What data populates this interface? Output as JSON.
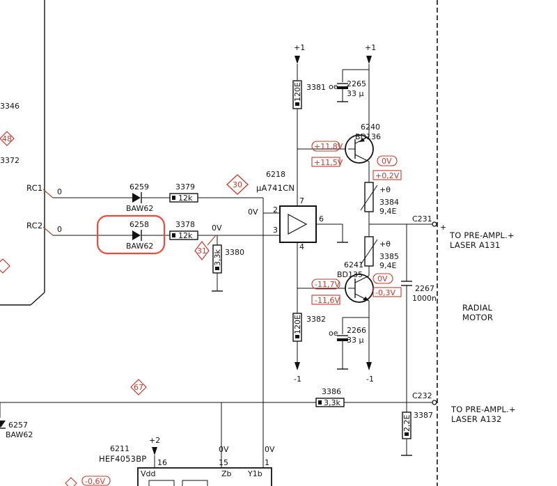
{
  "colors": {
    "ink": "#111111",
    "annotation": "#c0392b",
    "highlight": "#e74c3c",
    "paper": "#ffffff"
  },
  "left": {
    "ref_3346": "3346",
    "ref_3372": "3372",
    "marker_48": "48",
    "rc1": "RC1",
    "rc2": "RC2",
    "rc1_level": "0",
    "rc2_level": "0"
  },
  "diodes": {
    "d6259_ref": "6259",
    "d6259_type": "BAW62",
    "d6258_ref": "6258",
    "d6258_type": "BAW62",
    "d6257_ref": "6257",
    "d6257_type": "BAW62"
  },
  "resistors": {
    "r3379_ref": "3379",
    "r3379_val": "12k",
    "r3378_ref": "3378",
    "r3378_val": "12k",
    "r3380_ref": "3380",
    "r3380_val": "3,3k",
    "r3381_ref": "3381",
    "r3381_val": "120E",
    "r3382_ref": "3382",
    "r3382_val": "120E",
    "r3384_ref": "3384",
    "r3384_val": "9,4E",
    "r3384_mark": "+θ",
    "r3385_ref": "3385",
    "r3385_val": "9,4E",
    "r3385_mark": "+θ",
    "r3386_ref": "3386",
    "r3386_val": "3,3k",
    "r3387_ref": "3387",
    "r3387_val": "2,2E"
  },
  "opamp": {
    "ref": "6218",
    "type": "µA741CN",
    "pin2": "2",
    "pin3": "3",
    "pin4": "4",
    "pin6": "6",
    "pin7": "7"
  },
  "markers": {
    "m30": "30",
    "m31": "31",
    "m67": "67"
  },
  "levels": {
    "in_minus": "0V",
    "in_plus": "0V",
    "q6240_base": "+11,8V",
    "q6240_emitter": "+11,5V",
    "q6240_out": "0V",
    "q6240_out2": "+0,2V",
    "q6241_base": "-11,7V",
    "q6241_emitter": "-11,6V",
    "q6241_out": "0V",
    "q6241_out2": "-0,3V",
    "mux_pin15": "0V",
    "mux_pin1": "0V",
    "bottom_left": "-0,6V"
  },
  "supply": {
    "plus1": "+1",
    "minus1": "-1",
    "plus2": "+2"
  },
  "caps": {
    "c2265_ref": "2265",
    "c2265_val": "33 µ",
    "c2265_pol": "oe",
    "c2266_ref": "2266",
    "c2266_val": "33 µ",
    "c2266_pol": "oe",
    "c2267_ref": "2267",
    "c2267_val": "1000n"
  },
  "transistors": {
    "q6240_ref": "6240",
    "q6240_type": "BD136",
    "q6241_ref": "6241",
    "q6241_type": "BD135"
  },
  "connectors": {
    "c231": "C231",
    "c232": "C232",
    "c231_label1": "TO PRE-AMPL.+",
    "c231_label2": "LASER A131",
    "c232_label1": "TO PRE-AMPL.+",
    "c232_label2": "LASER A132",
    "plus_sign": "+"
  },
  "motor": {
    "line1": "RADIAL",
    "line2": "MOTOR"
  },
  "mux": {
    "ref": "6211",
    "type": "HEF4053BP",
    "pin16": "16",
    "pin15": "15",
    "pin1": "1",
    "vdd": "Vdd",
    "zb": "Zb",
    "y1b": "Y1b"
  }
}
